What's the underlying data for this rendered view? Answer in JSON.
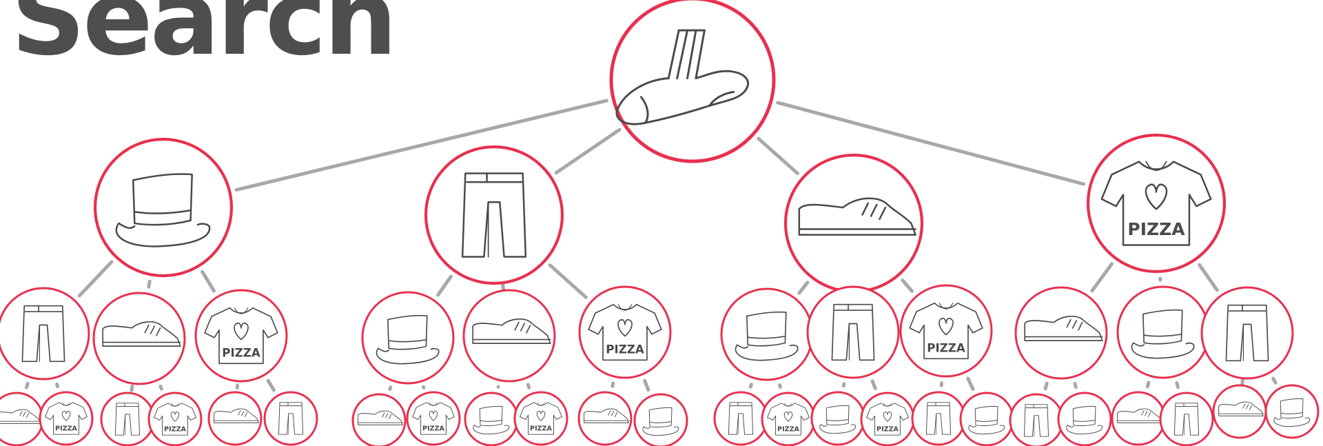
{
  "title": "Search",
  "colors": {
    "node_ring": "#e8304f",
    "edge": "#a8a8a8",
    "ink": "#4a4a4a",
    "title": "#4e4e4e"
  },
  "shirt_text": "PIZZA",
  "tree": {
    "item": "sock",
    "children": [
      {
        "item": "top-hat",
        "children": [
          {
            "item": "pants",
            "children": [
              {
                "item": "sneaker"
              },
              {
                "item": "shirt"
              }
            ]
          },
          {
            "item": "sneaker",
            "children": [
              {
                "item": "pants"
              },
              {
                "item": "shirt"
              }
            ]
          },
          {
            "item": "shirt",
            "children": [
              {
                "item": "sneaker"
              },
              {
                "item": "pants"
              }
            ]
          }
        ]
      },
      {
        "item": "pants",
        "children": [
          {
            "item": "top-hat",
            "children": [
              {
                "item": "sneaker"
              },
              {
                "item": "shirt"
              }
            ]
          },
          {
            "item": "sneaker",
            "children": [
              {
                "item": "top-hat"
              },
              {
                "item": "shirt"
              }
            ]
          },
          {
            "item": "shirt",
            "children": [
              {
                "item": "sneaker"
              },
              {
                "item": "top-hat"
              }
            ]
          }
        ]
      },
      {
        "item": "sneaker",
        "children": [
          {
            "item": "top-hat",
            "children": [
              {
                "item": "pants"
              },
              {
                "item": "shirt"
              }
            ]
          },
          {
            "item": "pants",
            "children": [
              {
                "item": "top-hat"
              },
              {
                "item": "shirt"
              }
            ]
          },
          {
            "item": "shirt",
            "children": [
              {
                "item": "pants"
              },
              {
                "item": "top-hat"
              }
            ]
          }
        ]
      },
      {
        "item": "shirt",
        "children": [
          {
            "item": "sneaker",
            "children": [
              {
                "item": "pants"
              },
              {
                "item": "top-hat"
              }
            ]
          },
          {
            "item": "top-hat",
            "children": [
              {
                "item": "sneaker"
              },
              {
                "item": "pants"
              }
            ]
          },
          {
            "item": "pants",
            "children": [
              {
                "item": "sneaker"
              },
              {
                "item": "top-hat"
              }
            ]
          }
        ]
      }
    ]
  }
}
